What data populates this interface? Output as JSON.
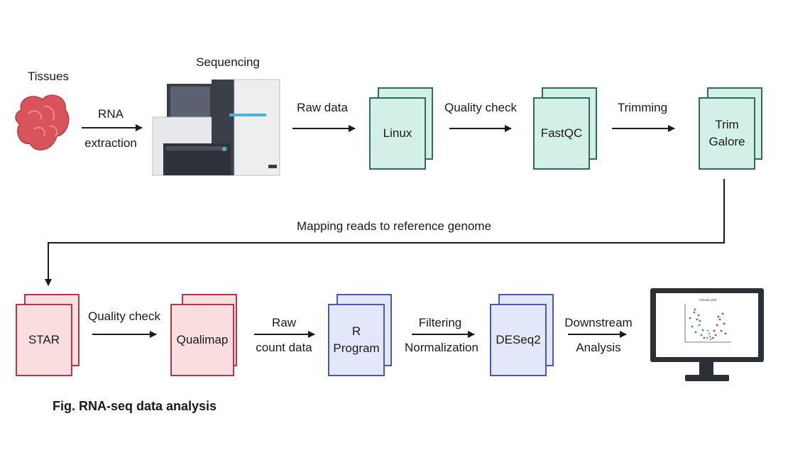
{
  "stages": {
    "tissues": "Tissues",
    "rna_line1": "RNA",
    "rna_line2": "extraction",
    "sequencing": "Sequencing",
    "raw_data": "Raw data",
    "linux": "Linux",
    "quality_check_top": "Quality check",
    "fastqc": "FastQC",
    "trimming": "Trimming",
    "trim_line1": "Trim",
    "trim_line2": "Galore",
    "mapping": "Mapping reads to reference genome",
    "star": "STAR",
    "quality_check_bottom": "Quality check",
    "qualimap": "Qualimap",
    "raw_count_line1": "Raw",
    "raw_count_line2": "count data",
    "r_line1": "R",
    "r_line2": "Program",
    "filtering_line1": "Filtering",
    "filtering_line2": "Normalization",
    "deseq2": "DESeq2",
    "downstream_line1": "Downstream",
    "downstream_line2": "Analysis",
    "monitor_plot_title": "Volcano plot"
  },
  "caption": "Fig. RNA-seq data analysis",
  "colors": {
    "green_fill": "#d3f0e8",
    "green_stroke": "#2e6b5a",
    "red_fill": "#f8dede",
    "red_stroke": "#b0384a",
    "blue_fill": "#e2e8fa",
    "blue_stroke": "#4a5aa8",
    "tissue": "#d9545a",
    "arrow": "#1a1a1a"
  }
}
